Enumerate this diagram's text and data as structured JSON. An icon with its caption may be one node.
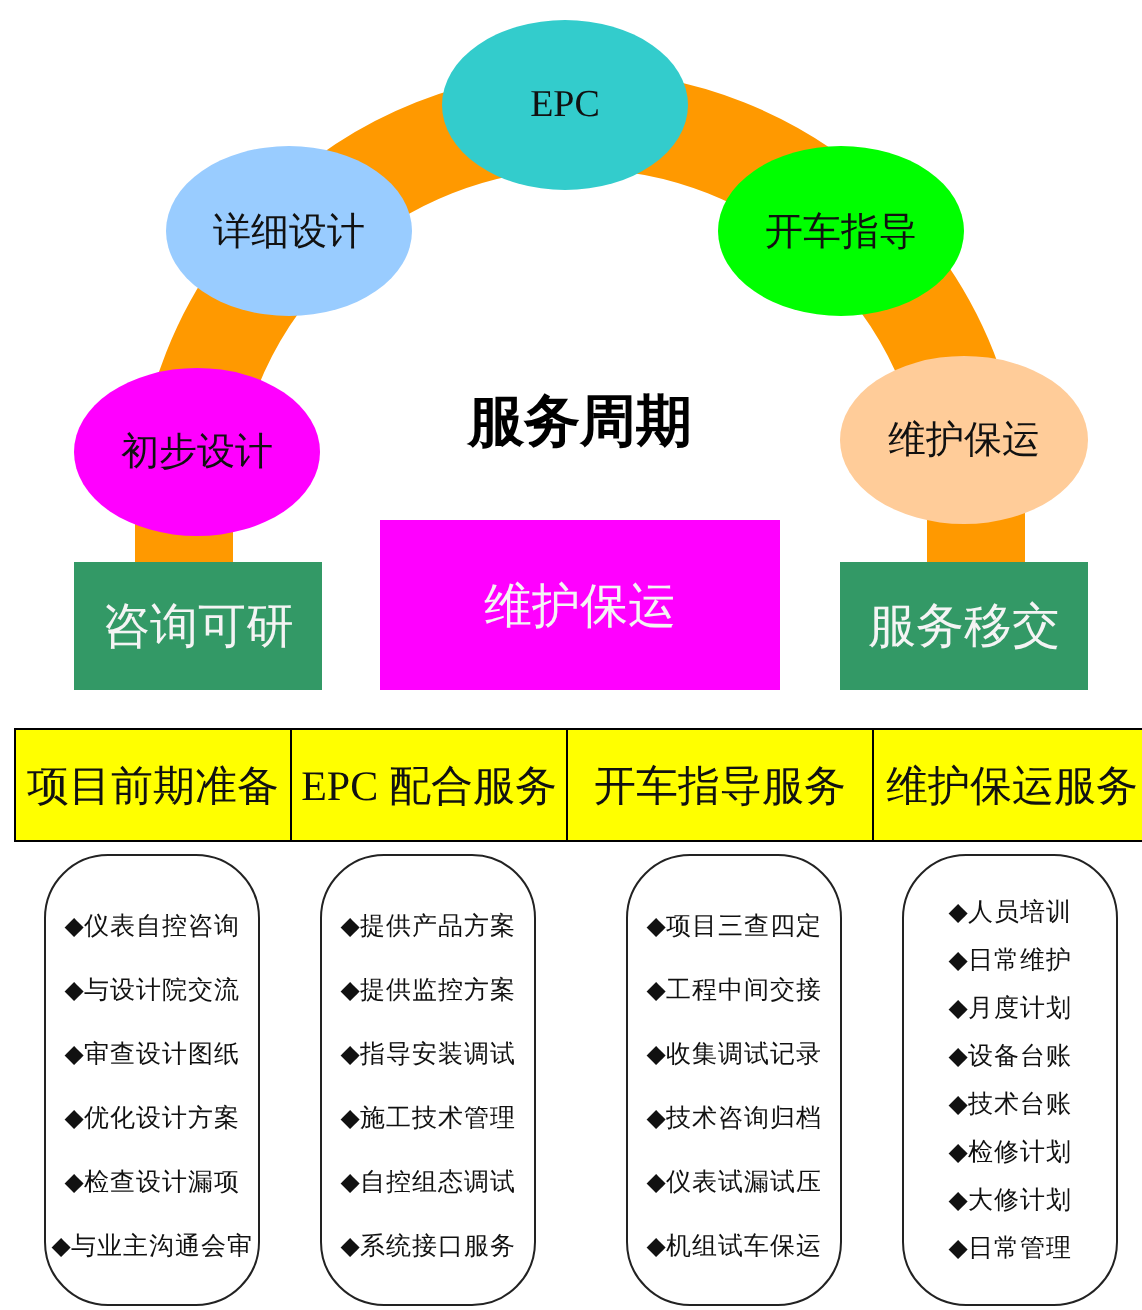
{
  "diagram": {
    "title": "服务周期",
    "nodes": [
      {
        "text": [
          "EPC"
        ]
      },
      {
        "text": [
          "详细设计"
        ]
      },
      {
        "text": [
          "开车指导"
        ]
      },
      {
        "text": [
          "初步设计"
        ]
      },
      {
        "text": [
          "维护保运"
        ]
      },
      {
        "text": [
          "咨询可研"
        ]
      },
      {
        "text": [
          "维护保运"
        ]
      },
      {
        "text": [
          "服务移交"
        ]
      },
      {
        "text": [
          "项目前期准备"
        ]
      },
      {
        "text": [
          "EPC 配合服务"
        ]
      },
      {
        "text": [
          "开车指导服务"
        ]
      },
      {
        "text": [
          "维护保运服务"
        ]
      },
      {
        "text": [
          "◆仪表自控咨询",
          "◆与设计院交流",
          "◆审查设计图纸",
          "◆优化设计方案",
          "◆检查设计漏项",
          "◆与业主沟通会审"
        ]
      },
      {
        "text": [
          "◆提供产品方案",
          "◆提供监控方案",
          "◆指导安装调试",
          "◆施工技术管理",
          "◆自控组态调试",
          "◆系统接口服务"
        ]
      },
      {
        "text": [
          "◆项目三查四定",
          "◆工程中间交接",
          "◆收集调试记录",
          "◆技术咨询归档",
          "◆仪表试漏试压",
          "◆机组试车保运"
        ]
      },
      {
        "text": [
          "◆人员培训",
          "◆日常维护",
          "◆月度计划",
          "◆设备台账",
          "◆技术台账",
          "◆检修计划",
          "◆大修计划",
          "◆日常管理"
        ]
      }
    ]
  }
}
